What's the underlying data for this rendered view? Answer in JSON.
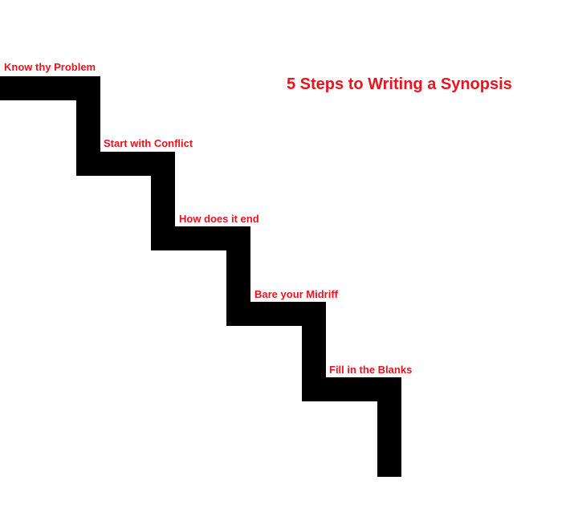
{
  "title": "5 Steps to Writing a Synopsis",
  "steps": [
    {
      "label": "Know thy Problem"
    },
    {
      "label": "Start with Conflict"
    },
    {
      "label": "How does it end"
    },
    {
      "label": "Bare your Midriff"
    },
    {
      "label": "Fill in the Blanks"
    }
  ],
  "colors": {
    "text": "#e8141e",
    "stairs": "#000000",
    "background": "#ffffff"
  }
}
